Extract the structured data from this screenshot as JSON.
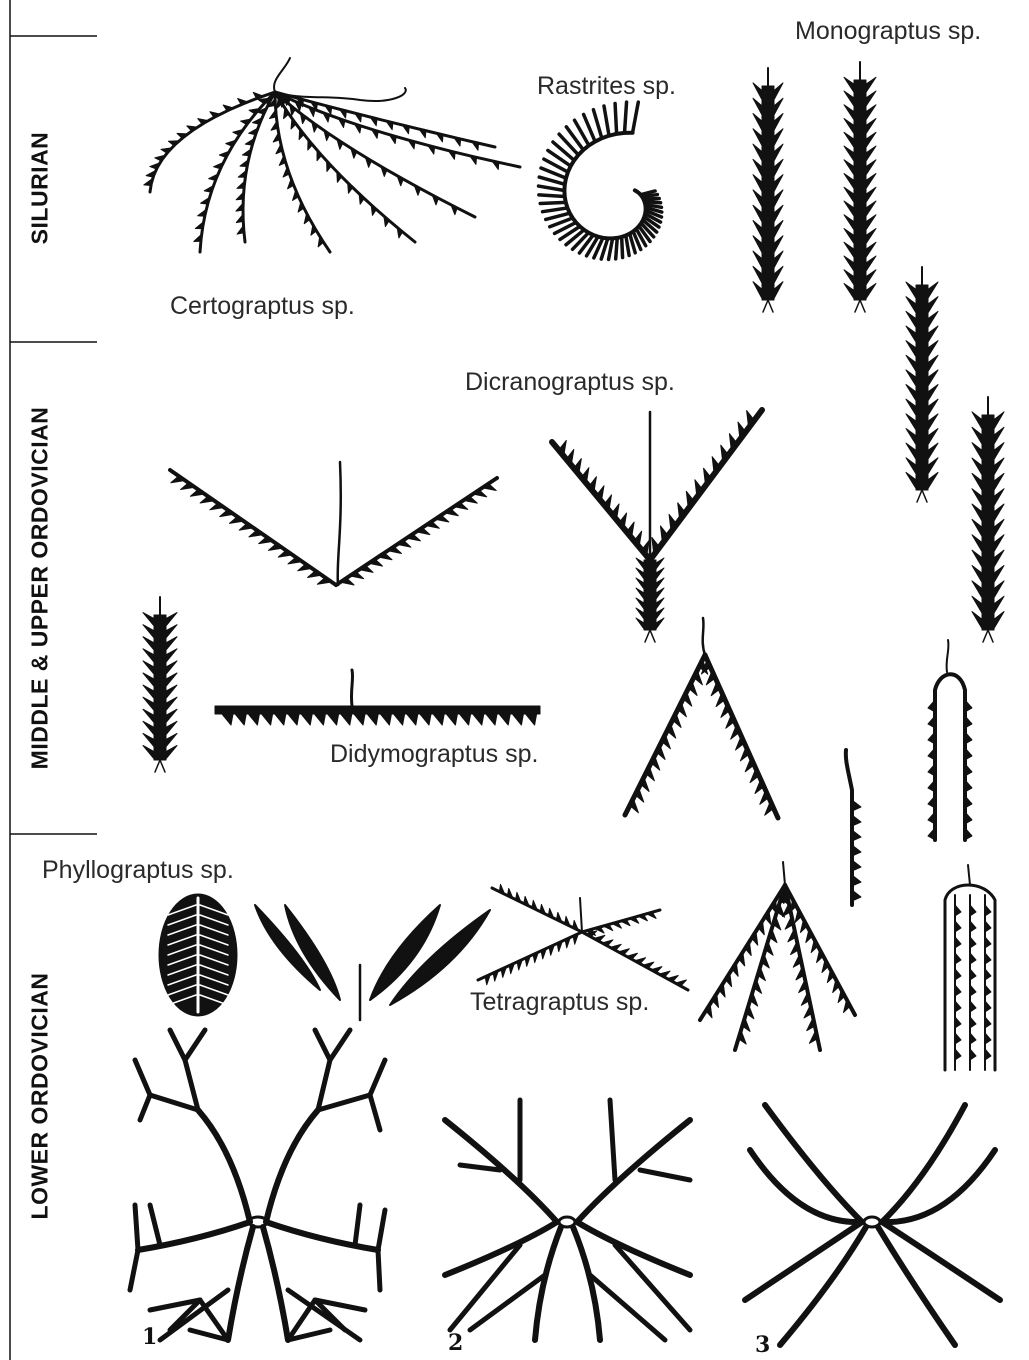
{
  "periods": [
    {
      "key": "silurian",
      "label": "SILURIAN"
    },
    {
      "key": "mid_upper_ordovician",
      "label": "MIDDLE & UPPER ORDOVICIAN"
    },
    {
      "key": "lower_ordovician",
      "label": "LOWER ORDOVICIAN"
    }
  ],
  "species": {
    "monograptus": "Monograptus sp.",
    "rastrites": "Rastrites sp.",
    "certograptus": "Certograptus sp.",
    "dicranograptus": "Dicranograptus sp.",
    "didymograptus": "Didymograptus sp.",
    "phyllograptus": "Phyllograptus sp.",
    "tetragraptus": "Tetragraptus sp."
  },
  "figure_numbers": [
    "1",
    "2",
    "3"
  ],
  "colors": {
    "ink": "#111111",
    "background": "#ffffff",
    "label_text": "#2a2a2a"
  }
}
